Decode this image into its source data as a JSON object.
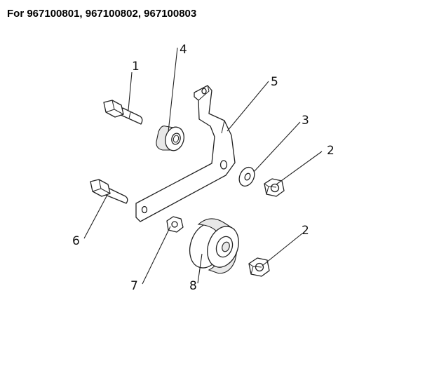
{
  "header": {
    "title": "For 967100801, 967100802, 967100803"
  },
  "callouts": [
    {
      "id": "c1",
      "label": "1",
      "part": "bolt"
    },
    {
      "id": "c4",
      "label": "4",
      "part": "spacer"
    },
    {
      "id": "c5",
      "label": "5",
      "part": "bracket"
    },
    {
      "id": "c3",
      "label": "3",
      "part": "washer"
    },
    {
      "id": "c2a",
      "label": "2",
      "part": "nut"
    },
    {
      "id": "c6",
      "label": "6",
      "part": "bolt"
    },
    {
      "id": "c2b",
      "label": "2",
      "part": "nut"
    },
    {
      "id": "c7",
      "label": "7",
      "part": "nut"
    },
    {
      "id": "c8",
      "label": "8",
      "part": "pulley"
    }
  ]
}
